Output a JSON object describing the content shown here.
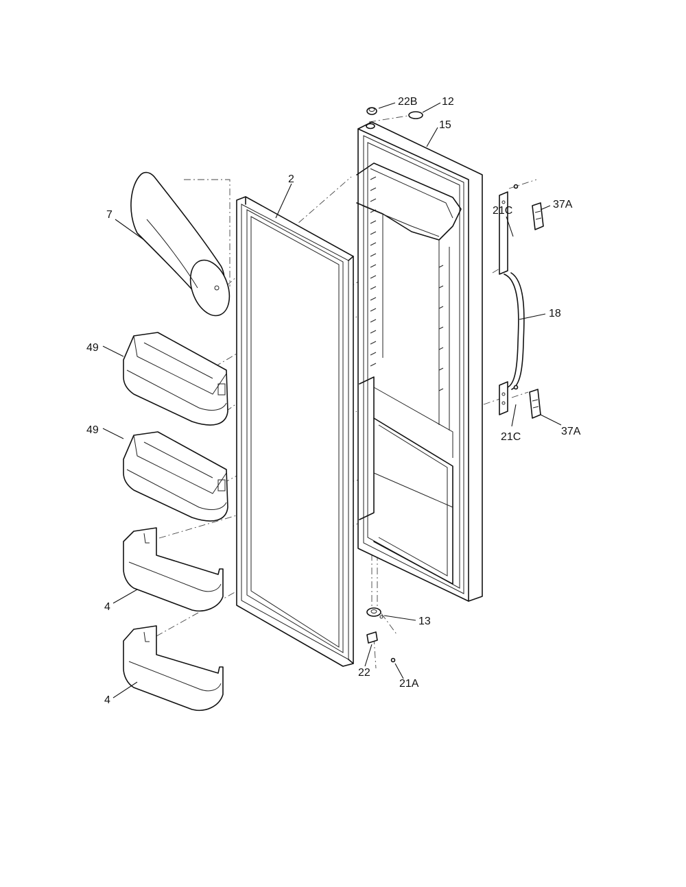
{
  "callouts": {
    "c_22b": "22B",
    "c_12": "12",
    "c_15": "15",
    "c_2": "2",
    "c_7": "7",
    "c_21c_top": "21C",
    "c_37a_top": "37A",
    "c_18": "18",
    "c_49_top": "49",
    "c_49_bottom": "49",
    "c_21c_bottom": "21C",
    "c_37a_bottom": "37A",
    "c_4_top": "4",
    "c_4_bottom": "4",
    "c_13": "13",
    "c_22": "22",
    "c_21a": "21A"
  }
}
